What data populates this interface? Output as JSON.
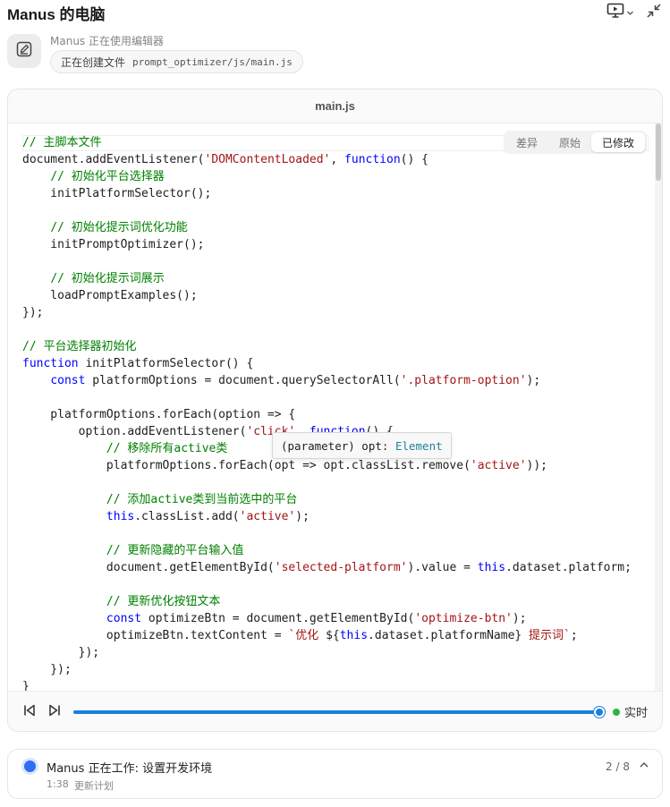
{
  "header": {
    "title": "Manus 的电脑",
    "screen_icon": "monitor-play-icon",
    "collapse_icon": "minimize-icon"
  },
  "status": {
    "label": "Manus 正在使用编辑器",
    "action": "正在创建文件",
    "path": "prompt_optimizer/js/main.js",
    "icon": "edit-icon"
  },
  "editor": {
    "filename": "main.js",
    "tabs": [
      {
        "label": "差异",
        "active": false
      },
      {
        "label": "原始",
        "active": false
      },
      {
        "label": "已修改",
        "active": true
      }
    ],
    "code_lines": [
      [
        [
          "c",
          "// 主脚本文件"
        ]
      ],
      [
        [
          "p",
          "document.addEventListener("
        ],
        [
          "s",
          "'DOMContentLoaded'"
        ],
        [
          "p",
          ", "
        ],
        [
          "k",
          "function"
        ],
        [
          "p",
          "() {"
        ]
      ],
      [
        [
          "p",
          "    "
        ],
        [
          "c",
          "// 初始化平台选择器"
        ]
      ],
      [
        [
          "p",
          "    initPlatformSelector();"
        ]
      ],
      [
        [
          "p",
          ""
        ]
      ],
      [
        [
          "p",
          "    "
        ],
        [
          "c",
          "// 初始化提示词优化功能"
        ]
      ],
      [
        [
          "p",
          "    initPromptOptimizer();"
        ]
      ],
      [
        [
          "p",
          ""
        ]
      ],
      [
        [
          "p",
          "    "
        ],
        [
          "c",
          "// 初始化提示词展示"
        ]
      ],
      [
        [
          "p",
          "    loadPromptExamples();"
        ]
      ],
      [
        [
          "p",
          "});"
        ]
      ],
      [
        [
          "p",
          ""
        ]
      ],
      [
        [
          "c",
          "// 平台选择器初始化"
        ]
      ],
      [
        [
          "k",
          "function"
        ],
        [
          "p",
          " initPlatformSelector() {"
        ]
      ],
      [
        [
          "p",
          "    "
        ],
        [
          "k",
          "const"
        ],
        [
          "p",
          " platformOptions = document.querySelectorAll("
        ],
        [
          "s",
          "'.platform-option'"
        ],
        [
          "p",
          ");"
        ]
      ],
      [
        [
          "p",
          ""
        ]
      ],
      [
        [
          "p",
          "    platformOptions.forEach(option => {"
        ]
      ],
      [
        [
          "p",
          "        option.addEventListener("
        ],
        [
          "s",
          "'click'"
        ],
        [
          "p",
          ", "
        ],
        [
          "k",
          "function"
        ],
        [
          "p",
          "() {"
        ]
      ],
      [
        [
          "p",
          "            "
        ],
        [
          "c",
          "// 移除所有active类"
        ]
      ],
      [
        [
          "p",
          "            platformOptions.forEach(opt => opt.classList.remove("
        ],
        [
          "s",
          "'active'"
        ],
        [
          "p",
          "));"
        ]
      ],
      [
        [
          "p",
          ""
        ]
      ],
      [
        [
          "p",
          "            "
        ],
        [
          "c",
          "// 添加active类到当前选中的平台"
        ]
      ],
      [
        [
          "p",
          "            "
        ],
        [
          "k",
          "this"
        ],
        [
          "p",
          ".classList.add("
        ],
        [
          "s",
          "'active'"
        ],
        [
          "p",
          ");"
        ]
      ],
      [
        [
          "p",
          ""
        ]
      ],
      [
        [
          "p",
          "            "
        ],
        [
          "c",
          "// 更新隐藏的平台输入值"
        ]
      ],
      [
        [
          "p",
          "            document.getElementById("
        ],
        [
          "s",
          "'selected-platform'"
        ],
        [
          "p",
          ").value = "
        ],
        [
          "k",
          "this"
        ],
        [
          "p",
          ".dataset.platform;"
        ]
      ],
      [
        [
          "p",
          ""
        ]
      ],
      [
        [
          "p",
          "            "
        ],
        [
          "c",
          "// 更新优化按钮文本"
        ]
      ],
      [
        [
          "p",
          "            "
        ],
        [
          "k",
          "const"
        ],
        [
          "p",
          " optimizeBtn = document.getElementById("
        ],
        [
          "s",
          "'optimize-btn'"
        ],
        [
          "p",
          ");"
        ]
      ],
      [
        [
          "p",
          "            optimizeBtn.textContent = "
        ],
        [
          "s",
          "`优化 "
        ],
        [
          "p",
          "${"
        ],
        [
          "k",
          "this"
        ],
        [
          "p",
          ".dataset.platformName}"
        ],
        [
          "s",
          " 提示词`"
        ],
        [
          "p",
          ";"
        ]
      ],
      [
        [
          "p",
          "        });"
        ]
      ],
      [
        [
          "p",
          "    });"
        ]
      ],
      [
        [
          "p",
          "}"
        ]
      ]
    ],
    "tooltip": {
      "prefix": "(parameter) opt: ",
      "type": "Element"
    }
  },
  "playback": {
    "progress": 1.0,
    "live_label": "实时",
    "prev_icon": "skip-back-icon",
    "next_icon": "skip-forward-icon"
  },
  "task": {
    "title": "Manus 正在工作: 设置开发环境",
    "time": "1:38",
    "subtitle": "更新计划",
    "count": "2 / 8",
    "chevron_icon": "chevron-up-icon"
  },
  "colors": {
    "accent": "#1a7fdb",
    "comment": "#008000",
    "keyword": "#0000ff",
    "string": "#a31515",
    "type": "#267f99",
    "live": "#2fb344",
    "task_dot": "#2f6ef0"
  }
}
